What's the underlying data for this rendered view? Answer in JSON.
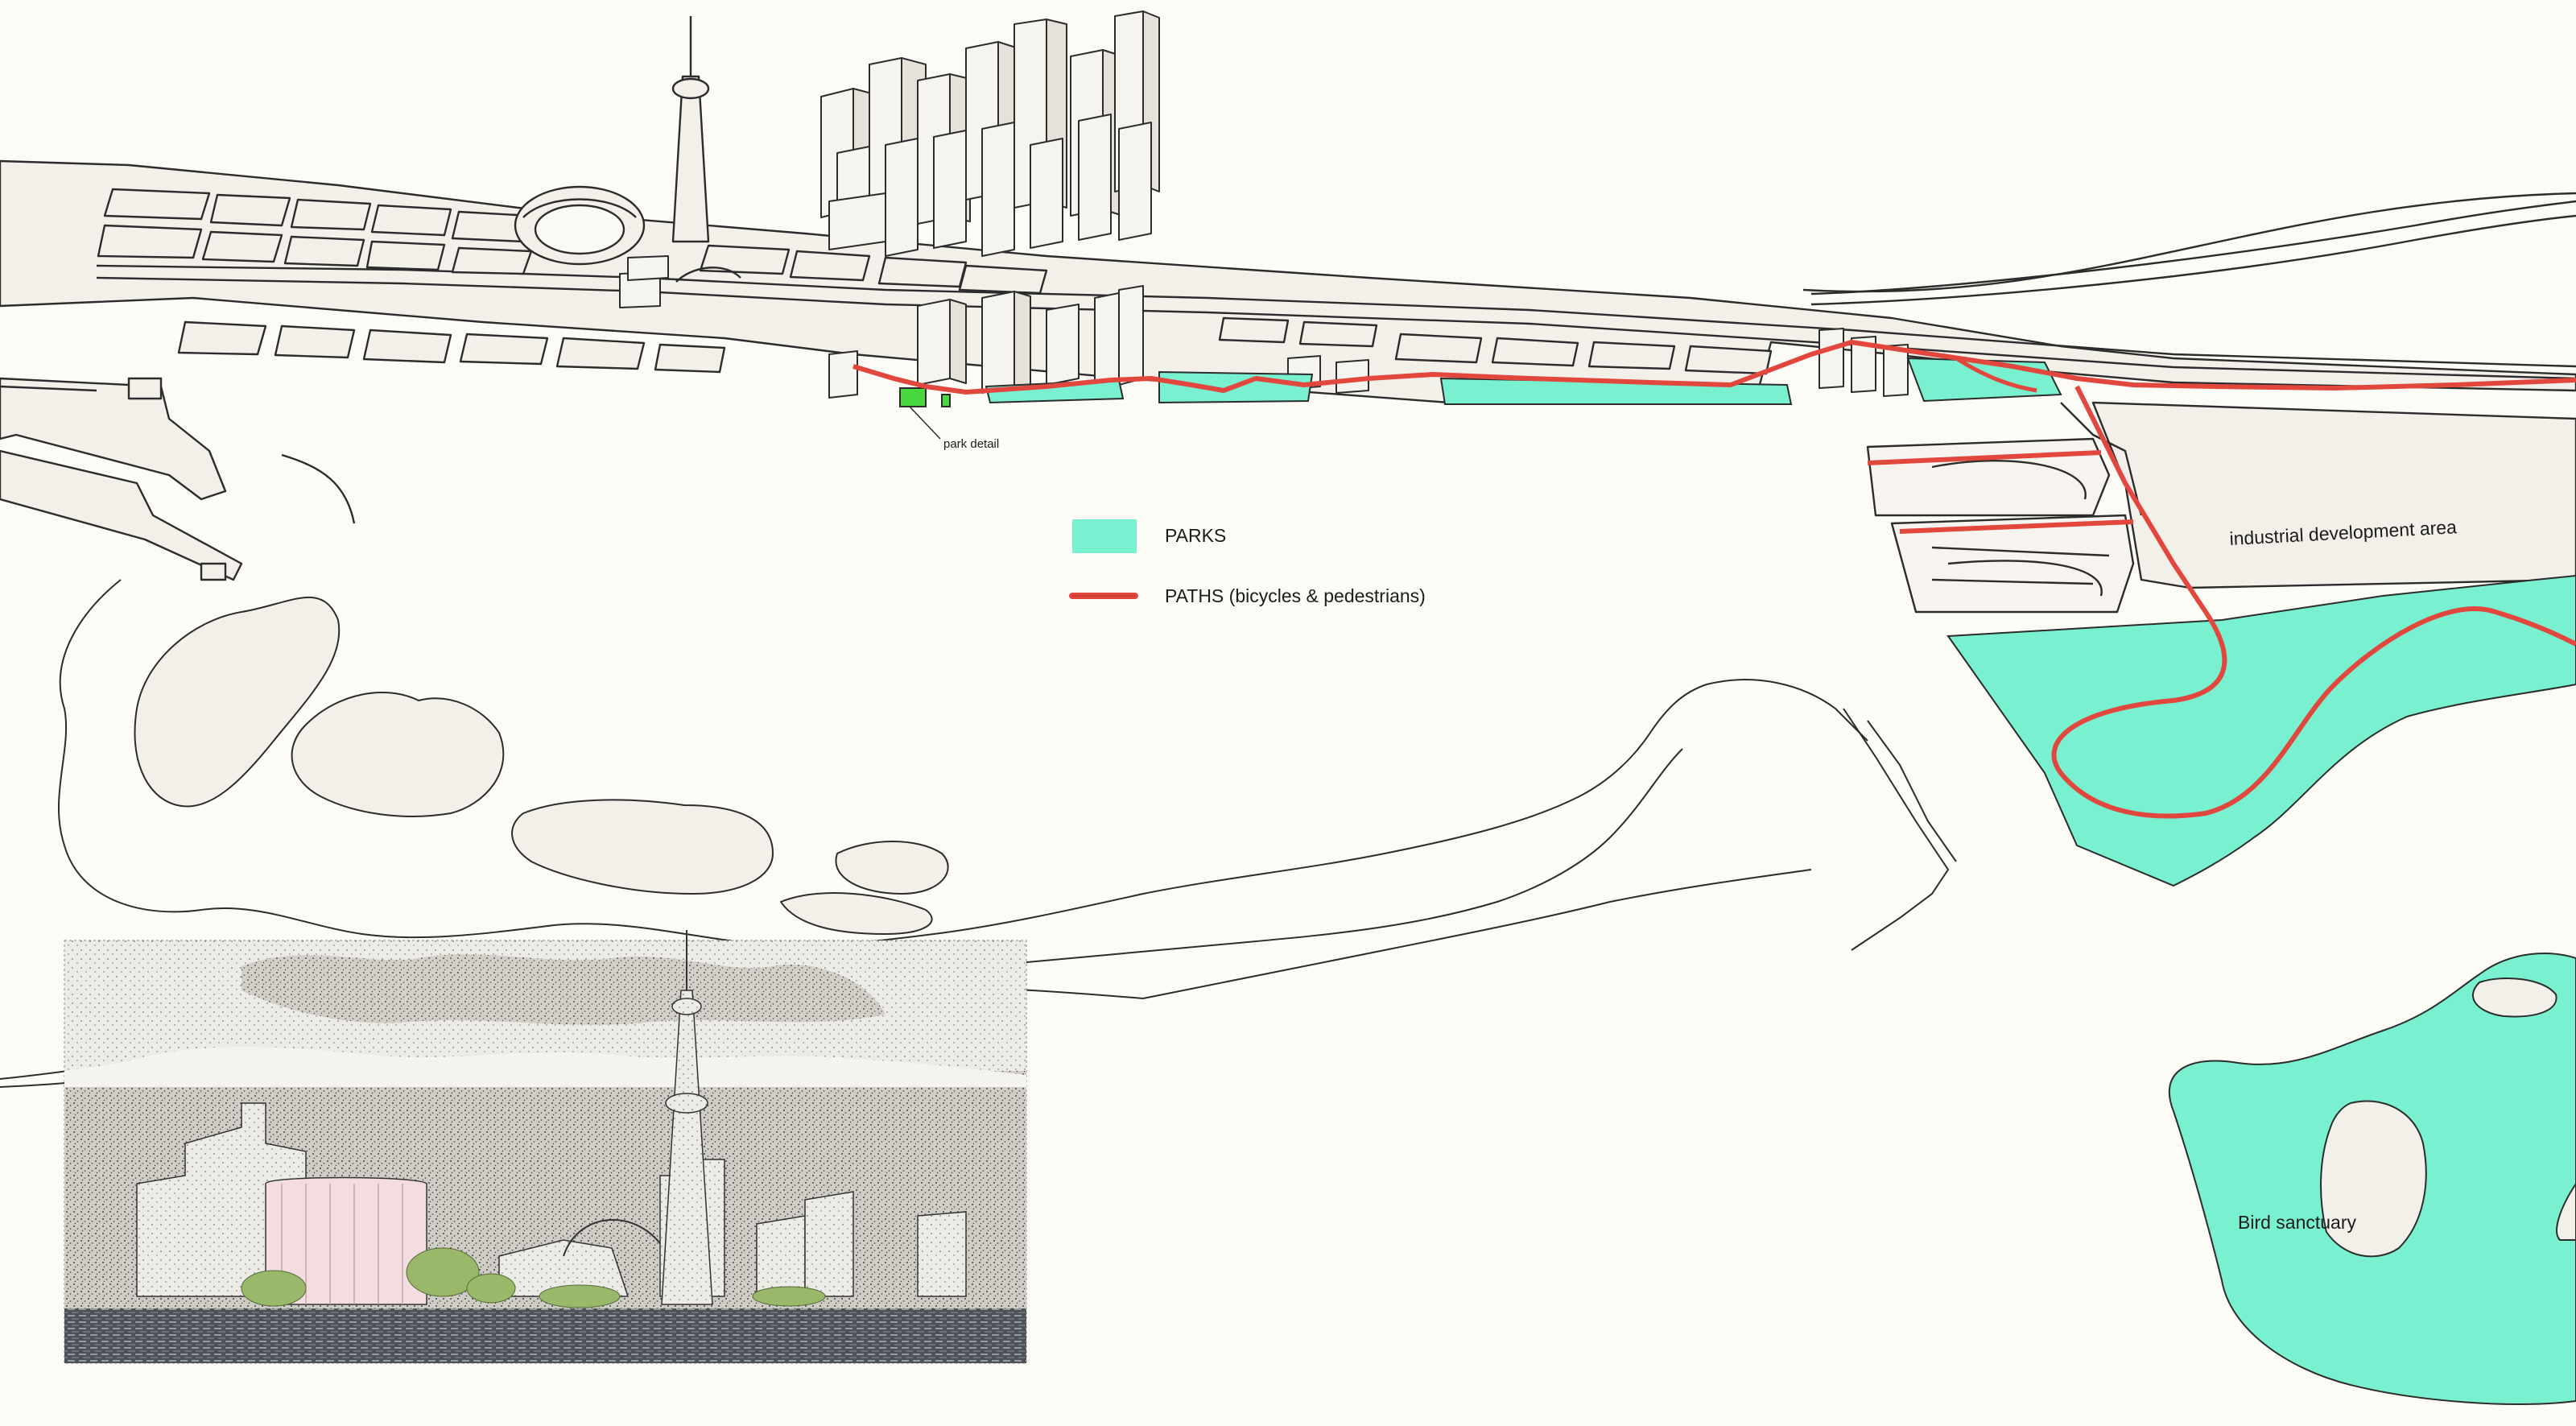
{
  "colors": {
    "paper": "#fdfbf6",
    "park": "#79f0cf",
    "park_detail": "#49d93f",
    "path": "#e2473d",
    "ink": "#2c2c2c",
    "land_fill": "#f1ede7",
    "sky": "#d9d7cf",
    "water": "#5a6066"
  },
  "legend": {
    "parks_label": "PARKS",
    "paths_label": "PATHS (bicycles & pedestrians)"
  },
  "labels": {
    "park_detail": "park detail",
    "industrial_area": "industrial development area",
    "bird_sanctuary": "Bird sanctuary"
  }
}
